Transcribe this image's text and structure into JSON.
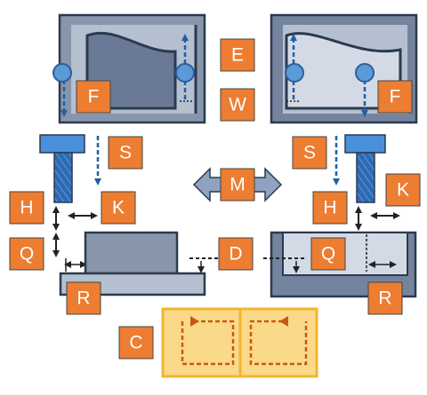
{
  "labels": {
    "E": "E",
    "W": "W",
    "F": "F",
    "S": "S",
    "M": "M",
    "H": "H",
    "K": "K",
    "Q": "Q",
    "D": "D",
    "R": "R",
    "C": "C"
  },
  "colors": {
    "label_fill": "#ed7d31",
    "label_stroke": "#444444",
    "frame_fill": "#8896ac",
    "frame_right_fill": "#74849f",
    "frame_stroke": "#2b3a4e",
    "panel_fill": "#b4bfd0",
    "panel_light": "#d3dae6",
    "inner_fill": "#5f6f8c",
    "screw_head": "#4a8fdc",
    "screw_body": "#2e69b2",
    "dash_blue": "#1f5fa8",
    "bearing": "#5b9bd5",
    "corner_fill": "#fbd98a",
    "corner_stroke": "#f3b52a",
    "corner_arrow": "#c55a11",
    "arrow_fill": "#8fa2bf",
    "dark": "#222222"
  }
}
